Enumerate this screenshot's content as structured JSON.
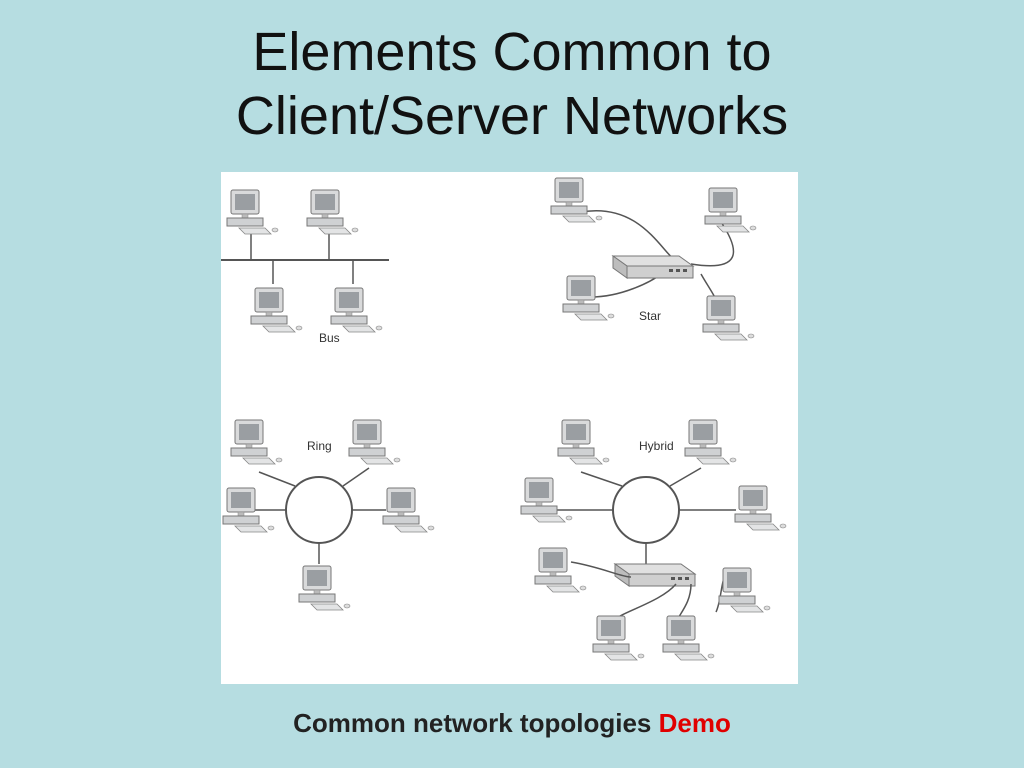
{
  "slide": {
    "title_line1": "Elements Common to",
    "title_line2": "Client/Server Networks",
    "caption_text": "Common network topologies",
    "caption_link": "Demo",
    "caption_link_color": "#e00000",
    "background_color": "#b6dde1"
  },
  "diagram": {
    "labels": {
      "bus": "Bus",
      "star": "Star",
      "ring": "Ring",
      "hybrid": "Hybrid"
    }
  }
}
